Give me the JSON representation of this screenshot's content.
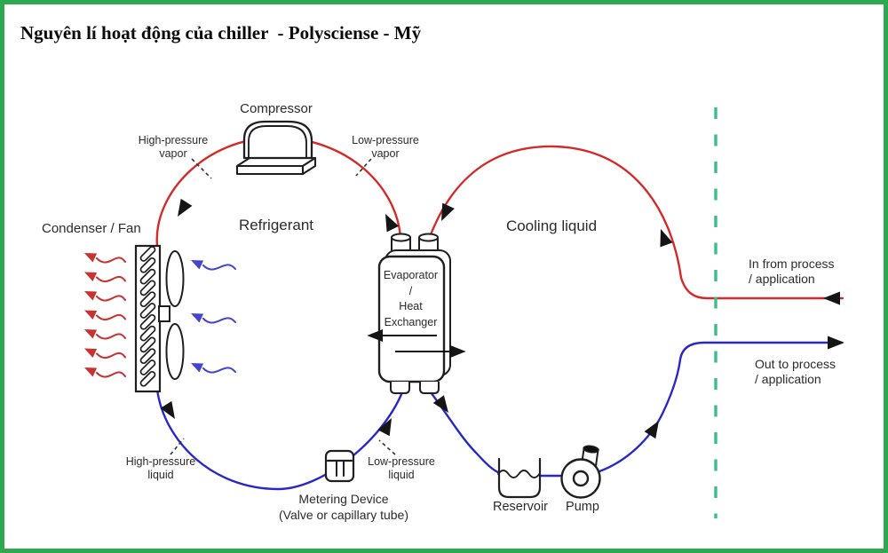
{
  "title": "Nguyên lí hoạt động của chiller  - Polysciense - Mỹ",
  "colors": {
    "line_red": "#d42a2a",
    "line_blue": "#2828c8",
    "wave_red": "#c83232",
    "wave_blue": "#4444cc",
    "green_border": "#2fa94f",
    "green_dash": "#3dbd87",
    "ink": "#1f1f1f"
  },
  "diagram": {
    "compressor_label": "Compressor",
    "condenser_label": "Condenser / Fan",
    "refrigerant_label": "Refrigerant",
    "cooling_liquid_label": "Cooling liquid",
    "evaporator_label": "Evaporator\n/\nHeat\nExchanger",
    "metering_label": "Metering Device\n(Valve or capillary tube)",
    "reservoir_label": "Reservoir",
    "pump_label": "Pump",
    "hp_vapor_label": "High-pressure\nvapor",
    "lp_vapor_label": "Low-pressure\nvapor",
    "hp_liquid_label": "High-pressure\nliquid",
    "lp_liquid_label": "Low-pressure\nliquid",
    "in_process_label": "In from process\n/ application",
    "out_process_label": "Out to process\n/ application"
  }
}
